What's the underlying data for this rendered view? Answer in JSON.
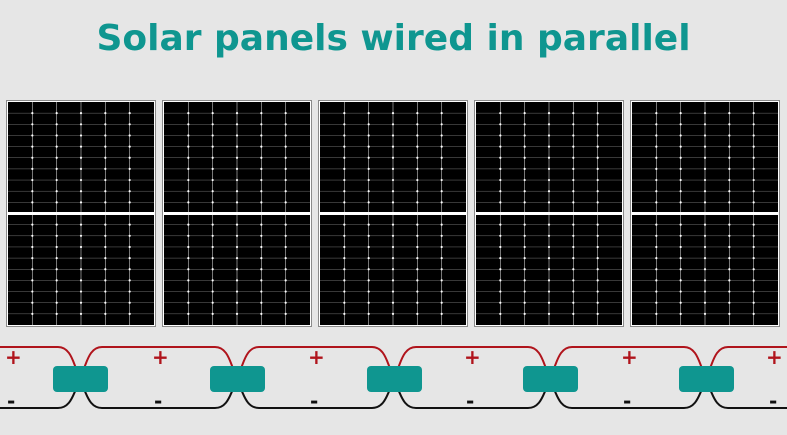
{
  "title": "Solar panels wired in parallel",
  "panels": [
    {
      "id": 1
    },
    {
      "id": 2
    },
    {
      "id": 3
    },
    {
      "id": 4
    },
    {
      "id": 5
    }
  ],
  "signs": {
    "positive": "+",
    "negative": "-"
  },
  "colors": {
    "title": "#0f9690",
    "positive_wire": "#b0141c",
    "negative_wire": "#111111",
    "connector": "#0f9690",
    "panel": "#000000",
    "cell_lines": "#cfcfcf",
    "background": "#e6e6e6"
  }
}
